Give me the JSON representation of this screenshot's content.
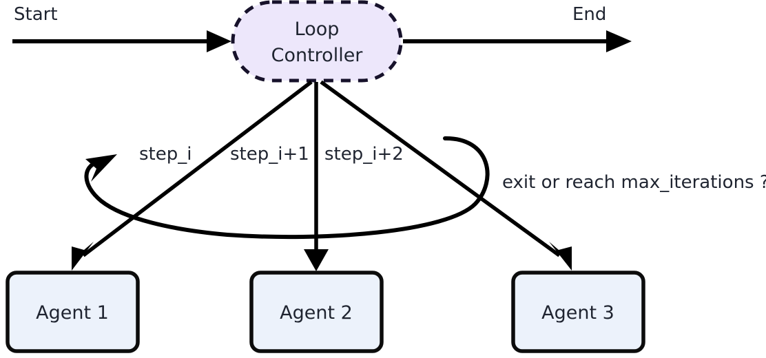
{
  "diagram": {
    "title_terminals": {
      "start_label": "Start",
      "end_label": "End"
    },
    "controller": {
      "line1": "Loop",
      "line2": "Controller",
      "fill_color": "#EDE7FB",
      "border_color": "#17122B",
      "border_style": "dashed"
    },
    "step_labels": [
      "step_i",
      "step_i+1",
      "step_i+2"
    ],
    "feedback_label": "exit or reach max_iterations ?",
    "agents": [
      {
        "label": "Agent 1"
      },
      {
        "label": "Agent 2"
      },
      {
        "label": "Agent 3"
      }
    ],
    "colors": {
      "agent_fill": "#ECF2FB",
      "agent_border": "#0C0C0C",
      "edge": "#000000",
      "text": "#1F2430",
      "background": "#FFFFFF"
    }
  }
}
